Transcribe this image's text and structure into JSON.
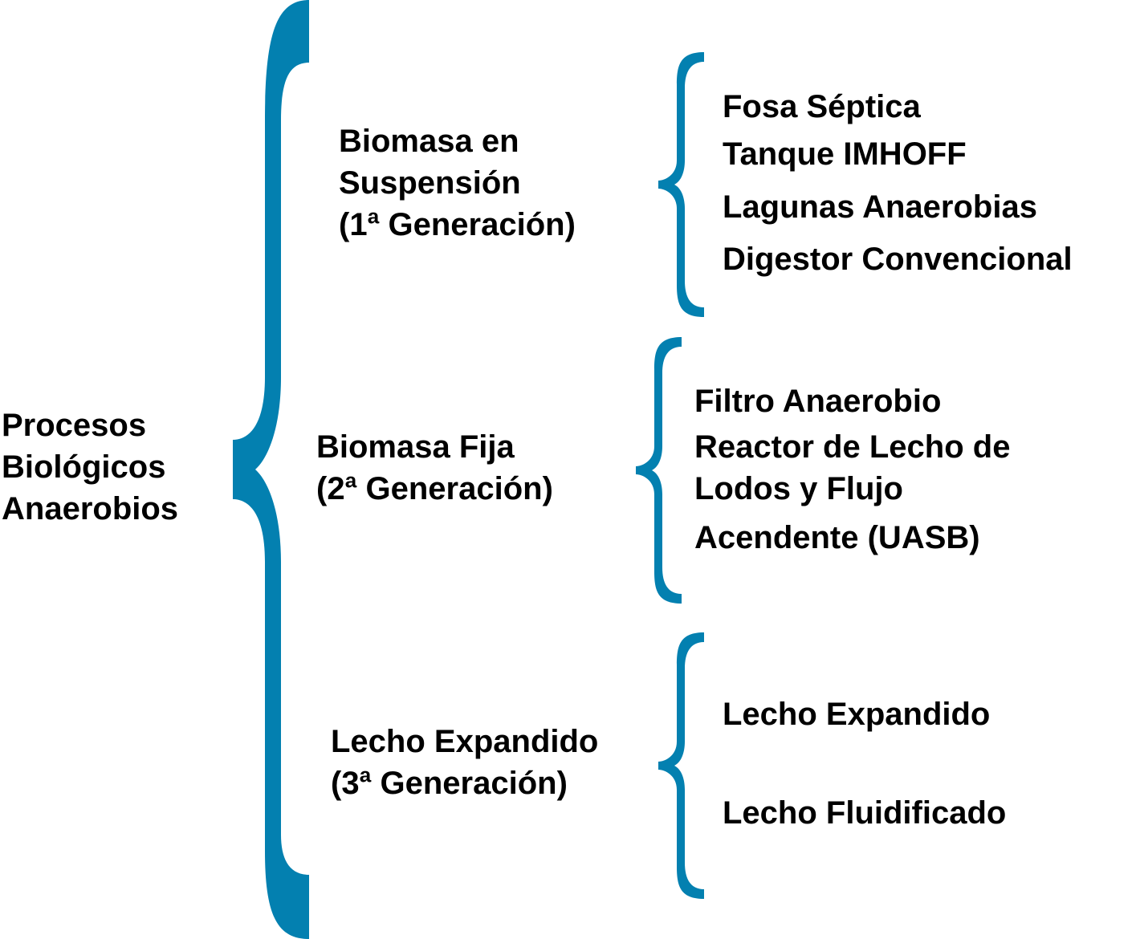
{
  "colors": {
    "brace": "#0380b0",
    "text": "#000000"
  },
  "root": {
    "lines": [
      "Procesos",
      "Biológicos",
      "Anaerobios"
    ]
  },
  "groups": [
    {
      "lines": [
        "Biomasa en",
        "Suspensión",
        "(1ª Generación)"
      ],
      "items": [
        "Fosa Séptica",
        "Tanque IMHOFF",
        "Lagunas Anaerobias",
        "Digestor Convencional"
      ]
    },
    {
      "lines": [
        "Biomasa Fija",
        "(2ª Generación)"
      ],
      "items": [
        "Filtro Anaerobio",
        "Reactor de Lecho de",
        "Lodos y Flujo",
        "Acendente (UASB)"
      ]
    },
    {
      "lines": [
        "Lecho Expandido",
        "(3ª Generación)"
      ],
      "items": [
        "Lecho Expandido",
        "Lecho Fluidificado"
      ]
    }
  ]
}
